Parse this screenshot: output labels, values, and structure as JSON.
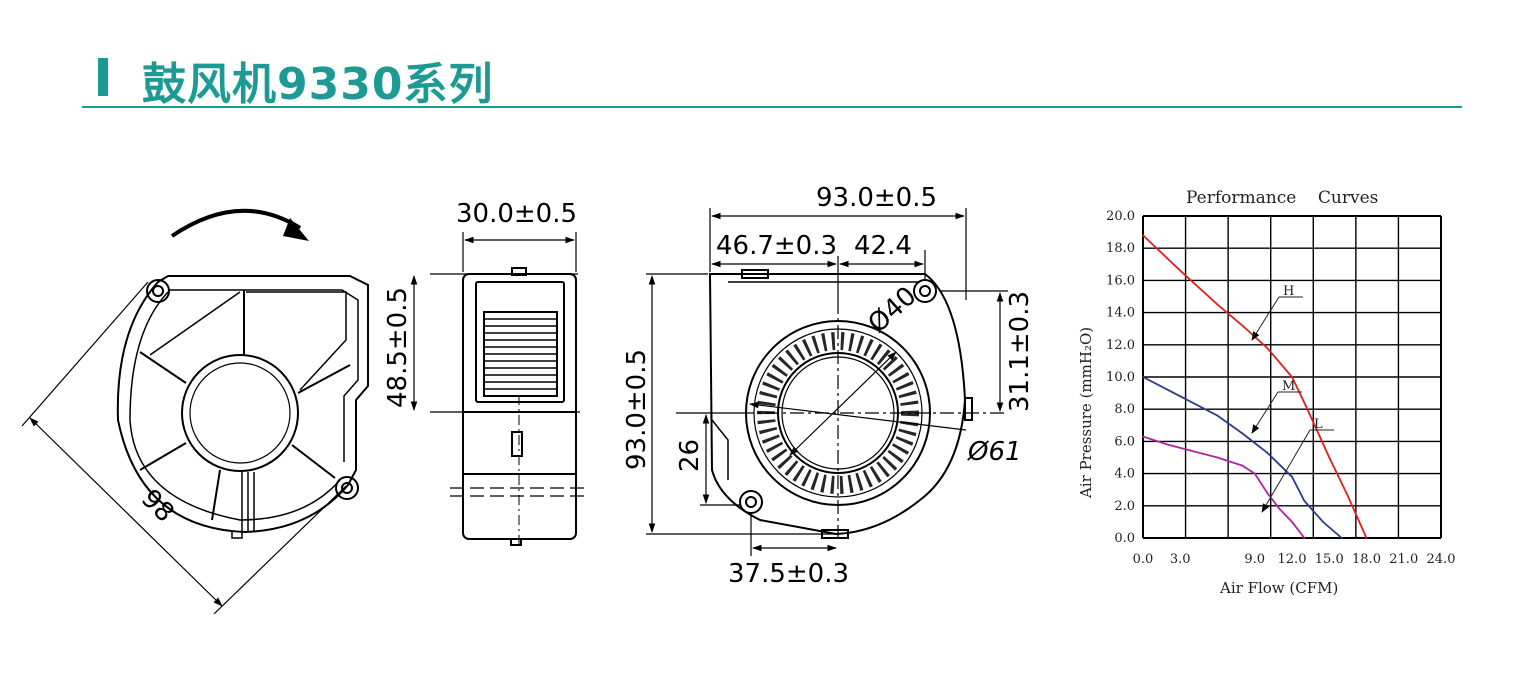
{
  "header": {
    "title": "鼓风机9330系列",
    "accent_color": "#1e9a95"
  },
  "front_view": {
    "diagonal_dim": "98",
    "rotation": "clockwise-arrow-icon"
  },
  "side_view": {
    "width_dim": "30.0±0.5",
    "height_dim": "48.5±0.5"
  },
  "back_view": {
    "overall_width": "93.0±0.5",
    "offset_left": "46.7±0.3",
    "offset_right": "42.4",
    "overall_height": "93.0±0.5",
    "center_height": "26",
    "bottom_offset": "37.5±0.3",
    "right_height": "31.1±0.3",
    "inner_dia": "Ø40",
    "outer_dia": "Ø61"
  },
  "chart_data": {
    "type": "line",
    "title": "Performance    Curves",
    "xlabel": "Air Flow (CFM)",
    "ylabel": "Air Pressure (mmH₂O)",
    "xlim": [
      0,
      24
    ],
    "ylim": [
      0,
      20
    ],
    "x_ticks": [
      "0.0",
      "3.0",
      "9.0",
      "12.0",
      "15.0",
      "18.0",
      "21.0",
      "24.0"
    ],
    "x_tick_values": [
      0,
      3,
      9,
      12,
      15,
      18,
      21,
      24
    ],
    "y_ticks": [
      "0.0",
      "2.0",
      "4.0",
      "6.0",
      "8.0",
      "10.0",
      "12.0",
      "14.0",
      "16.0",
      "18.0",
      "20.0"
    ],
    "y_tick_values": [
      0,
      2,
      4,
      6,
      8,
      10,
      12,
      14,
      16,
      18,
      20
    ],
    "grid": true,
    "series": [
      {
        "name": "H",
        "color": "#e02020",
        "x": [
          0,
          3,
          6,
          8,
          10,
          12,
          13,
          15,
          16.5,
          18.0
        ],
        "y": [
          18.8,
          16.6,
          14.5,
          13.2,
          11.8,
          10.0,
          8.4,
          5.0,
          2.6,
          0.0
        ]
      },
      {
        "name": "M",
        "color": "#2c3a8c",
        "x": [
          0,
          3,
          6,
          8,
          10,
          11.2,
          12.0,
          13.0,
          14.5,
          16.0
        ],
        "y": [
          10.0,
          8.8,
          7.6,
          6.5,
          5.3,
          4.4,
          3.8,
          2.3,
          1.0,
          0.0
        ]
      },
      {
        "name": "L",
        "color": "#b0259c",
        "x": [
          0,
          2,
          4,
          6,
          8,
          9,
          10,
          11,
          12.0,
          13.0
        ],
        "y": [
          6.3,
          5.8,
          5.4,
          5.0,
          4.5,
          4.0,
          2.8,
          1.8,
          1.0,
          0.0
        ]
      }
    ]
  }
}
